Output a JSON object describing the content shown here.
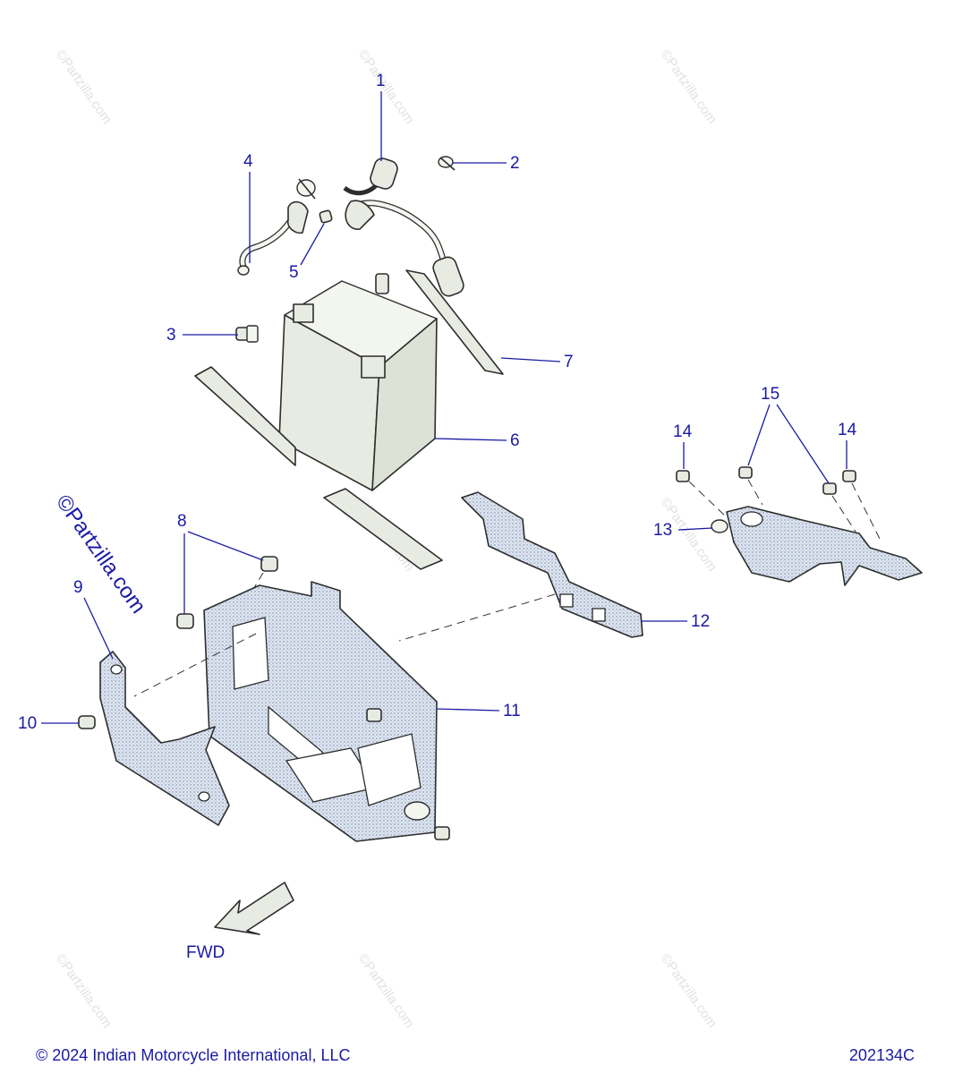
{
  "watermark": {
    "text": "©Partzilla.com"
  },
  "callouts": {
    "c1": "1",
    "c2": "2",
    "c3": "3",
    "c4": "4",
    "c5": "5",
    "c6": "6",
    "c7": "7",
    "c8": "8",
    "c9": "9",
    "c10": "10",
    "c11": "11",
    "c12": "12",
    "c13": "13",
    "c14a": "14",
    "c14b": "14",
    "c15": "15"
  },
  "fwd_label": "FWD",
  "footer": {
    "copyright": "© 2024 Indian Motorcycle International, LLC",
    "drawing_number": "202134C"
  }
}
